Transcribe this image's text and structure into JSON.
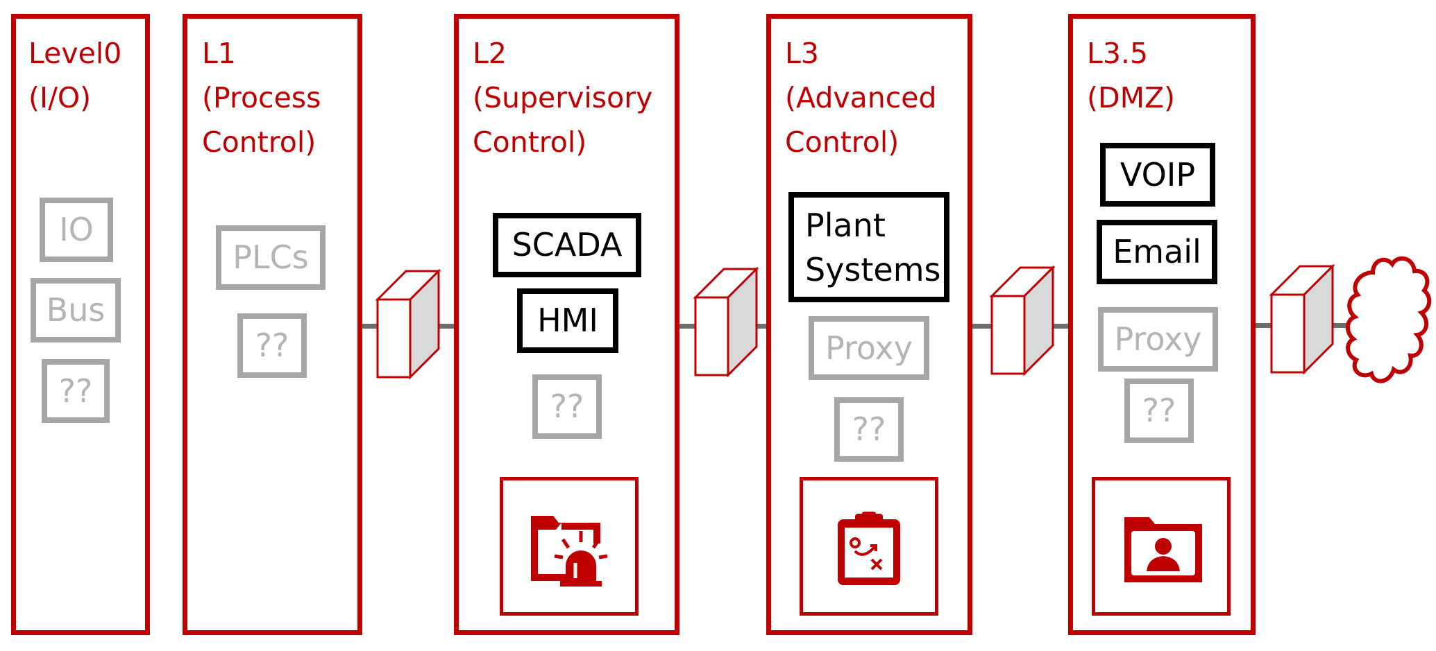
{
  "colors": {
    "accent": "#C00000",
    "known_border": "#000000",
    "unknown_border": "#A6A6A6",
    "link": "#6D6D6D"
  },
  "levels": [
    {
      "title": [
        "Level0",
        "(I/O)"
      ],
      "items": [
        "IO",
        "Bus",
        "??"
      ]
    },
    {
      "title": [
        "L1",
        "(Process",
        "Control)"
      ],
      "items": [
        "PLCs",
        "??"
      ]
    },
    {
      "title": [
        "L2",
        "(Supervisory",
        "Control)"
      ],
      "items": [
        "SCADA",
        "HMI",
        "??"
      ],
      "tool_icon": "folder-alarm-icon"
    },
    {
      "title": [
        "L3",
        "(Advanced",
        "Control)"
      ],
      "items": [
        "Plant Systems",
        "Proxy",
        "??"
      ],
      "tool_icon": "clipboard-strategy-icon"
    },
    {
      "title": [
        "L3.5",
        "(DMZ)"
      ],
      "items": [
        "VOIP",
        "Email",
        "Proxy",
        "??"
      ],
      "tool_icon": "folder-user-icon"
    }
  ],
  "connectors": [
    "firewall-icon",
    "firewall-icon",
    "firewall-icon",
    "firewall-icon"
  ],
  "external": "cloud-icon"
}
